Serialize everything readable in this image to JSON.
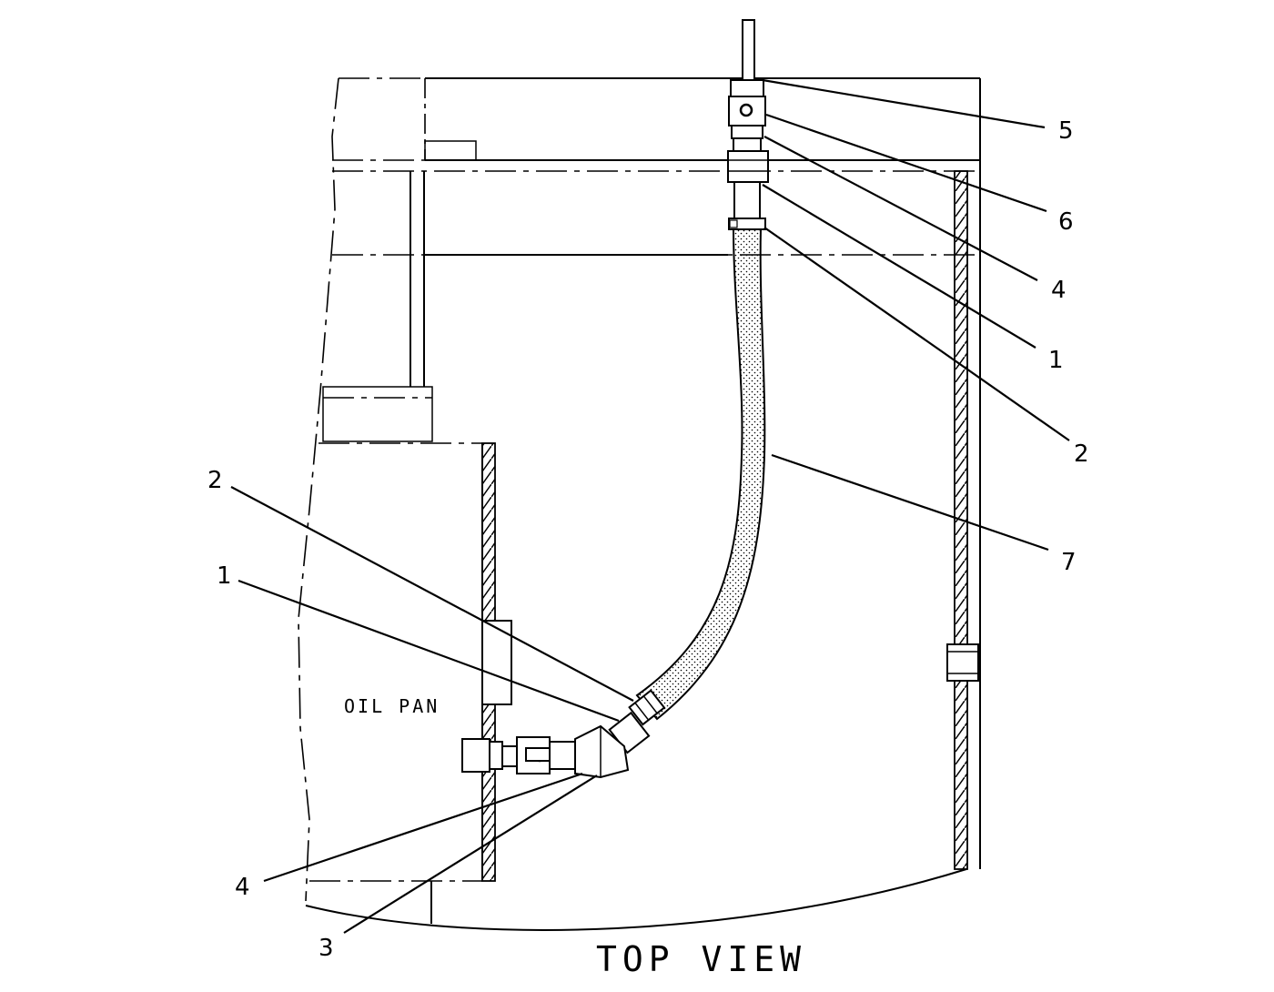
{
  "diagram": {
    "title": "TOP VIEW",
    "region_label": "OIL PAN",
    "callouts": [
      {
        "id": "c5-top",
        "text": "5"
      },
      {
        "id": "c6-top",
        "text": "6"
      },
      {
        "id": "c4-top",
        "text": "4"
      },
      {
        "id": "c1-top",
        "text": "1"
      },
      {
        "id": "c2-top",
        "text": "2"
      },
      {
        "id": "c7-hose",
        "text": "7"
      },
      {
        "id": "c2-bottom",
        "text": "2"
      },
      {
        "id": "c1-bottom",
        "text": "1"
      },
      {
        "id": "c4-bottom",
        "text": "4"
      },
      {
        "id": "c3-bottom",
        "text": "3"
      }
    ]
  }
}
